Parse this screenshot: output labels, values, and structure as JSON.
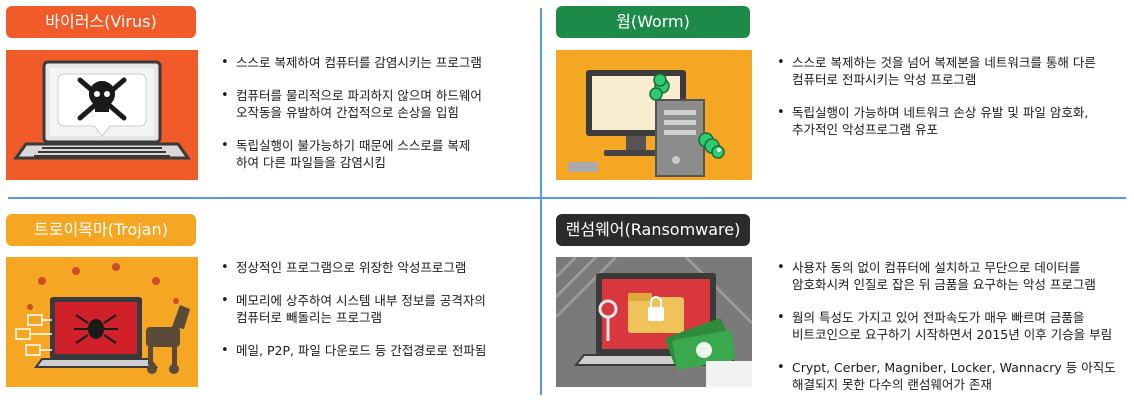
{
  "sections": {
    "virus": {
      "title": "바이러스(Virus)",
      "color": "#f15a29",
      "bullets": [
        "스스로 복제하여 컴퓨터를 감염시키는 프로그램",
        "컴퓨터를 물리적으로 파괴하지 않으며 하드웨어\n오작동을 유발하여 간접적으로 손상을 입힘",
        "독립실행이 불가능하기 때문에 스스로를 복제\n하여 다른 파일들을 감염시킴"
      ]
    },
    "worm": {
      "title": "웜(Worm)",
      "color": "#1e8a4a",
      "bullets": [
        "스스로 복제하는 것을 넘어 복제본을 네트워크를 통해 다른\n컴퓨터로 전파시키는 악성 프로그램",
        "독립실행이 가능하며 네트워크 손상 유발 및 파일 암호화,\n추가적인 악성프로그램 유포"
      ]
    },
    "trojan": {
      "title": "트로이목마(Trojan)",
      "color": "#f5a623",
      "bullets": [
        "정상적인 프로그램으로 위장한 악성프로그램",
        "메모리에 상주하여 시스템 내부 정보를 공격자의\n컴퓨터로 빼돌리는 프로그램",
        "메일, P2P, 파일 다운로드 등 간접경로로 전파됨"
      ]
    },
    "ransomware": {
      "title": "랜섬웨어(Ransomware)",
      "color": "#2b2b2b",
      "bullets": [
        "사용자 동의 없이 컴퓨터에 설치하고 무단으로 데이터를\n암호화시켜 인질로 잡은 뒤 금품을 요구하는 악성 프로그램",
        "웜의 특성도 가지고 있어 전파속도가 매우 빠르며 금품을\n비트코인으로 요구하기 시작하면서 2015년 이후 기승을 부림",
        "Crypt, Cerber, Magniber, Locker, Wannacry 등 아직도\n해결되지 못한 다수의 랜섬웨어가 존재"
      ]
    }
  }
}
